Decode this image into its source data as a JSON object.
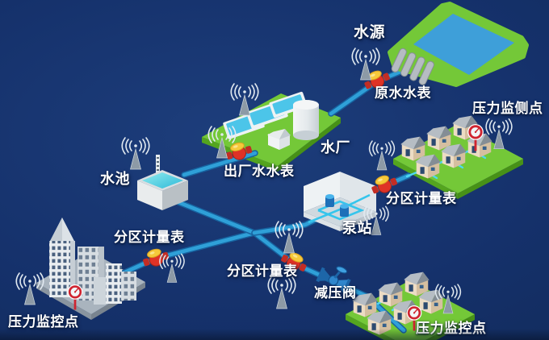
{
  "diagram": {
    "nodes": [
      {
        "id": "water-source",
        "label": "水源",
        "kind": "reservoir-dam"
      },
      {
        "id": "raw-water-meter",
        "label": "原水水表",
        "kind": "flow-meter"
      },
      {
        "id": "water-plant",
        "label": "水厂",
        "kind": "treatment-plant"
      },
      {
        "id": "outlet-water-meter",
        "label": "出厂水水表",
        "kind": "flow-meter"
      },
      {
        "id": "water-pool",
        "label": "水池",
        "kind": "storage-tank"
      },
      {
        "id": "pump-station",
        "label": "泵站",
        "kind": "pump-station"
      },
      {
        "id": "district-meter-upper-right",
        "label": "分区计量表",
        "kind": "flow-meter"
      },
      {
        "id": "district-meter-left",
        "label": "分区计量表",
        "kind": "flow-meter"
      },
      {
        "id": "district-meter-bottom",
        "label": "分区计量表",
        "kind": "flow-meter"
      },
      {
        "id": "pressure-reducing-valve",
        "label": "减压阀",
        "kind": "valve"
      },
      {
        "id": "pressure-monitor-upper-right",
        "label": "压力监侧点",
        "kind": "pressure-monitor"
      },
      {
        "id": "pressure-monitor-bottom-left",
        "label": "压力监控点",
        "kind": "pressure-monitor"
      },
      {
        "id": "pressure-monitor-bottom-right",
        "label": "压力监控点",
        "kind": "pressure-monitor"
      }
    ],
    "edges": [
      {
        "from": "water-source",
        "to": "water-plant",
        "via": [
          "raw-water-meter"
        ]
      },
      {
        "from": "water-plant",
        "to": "water-pool",
        "via": [
          "outlet-water-meter"
        ]
      },
      {
        "from": "water-pool",
        "to": "pump-station"
      },
      {
        "from": "pump-station",
        "to": "pressure-monitor-upper-right",
        "via": [
          "district-meter-upper-right"
        ]
      },
      {
        "from": "water-pool",
        "to": "pressure-monitor-bottom-left",
        "via": [
          "district-meter-left"
        ]
      },
      {
        "from": "water-pool",
        "to": "pressure-monitor-bottom-right",
        "via": [
          "district-meter-bottom",
          "pressure-reducing-valve"
        ]
      }
    ],
    "device_counts": {
      "wireless_antennas": 12,
      "flow_meters": 5,
      "pressure_gauges": 3,
      "pressure_reducing_valves": 1
    }
  },
  "colors": {
    "bg": "#15316b",
    "bg_light": "#1d3e7c",
    "pipe": "#2fa0d8",
    "pipe_dark": "#17629f",
    "pipe_thin": "#4fd8f2",
    "green": "#74c838",
    "green_dark": "#54a51f",
    "green_side": "#479117",
    "water_dam": "#3e9fd9",
    "pool_blue": "#4cc5e9",
    "cube_water": "#55dbe4",
    "meter_red": "#df3226",
    "meter_yellow": "#f6c93a",
    "gauge_red": "#cf2430",
    "antenna_gray": "#8d9aa6",
    "wave": "#e2eaf1",
    "white_structure": "#eef2f4",
    "gray_structure": "#c3ccd3",
    "house_wall": "#ecdcc4",
    "house_wall_dark": "#d5bfa0",
    "roof_light": "#b6bdc4",
    "roof_dark": "#848d95",
    "city_platform": "#a9b4be",
    "valve_blue": "#2f86cc",
    "label": "#ffffff"
  }
}
